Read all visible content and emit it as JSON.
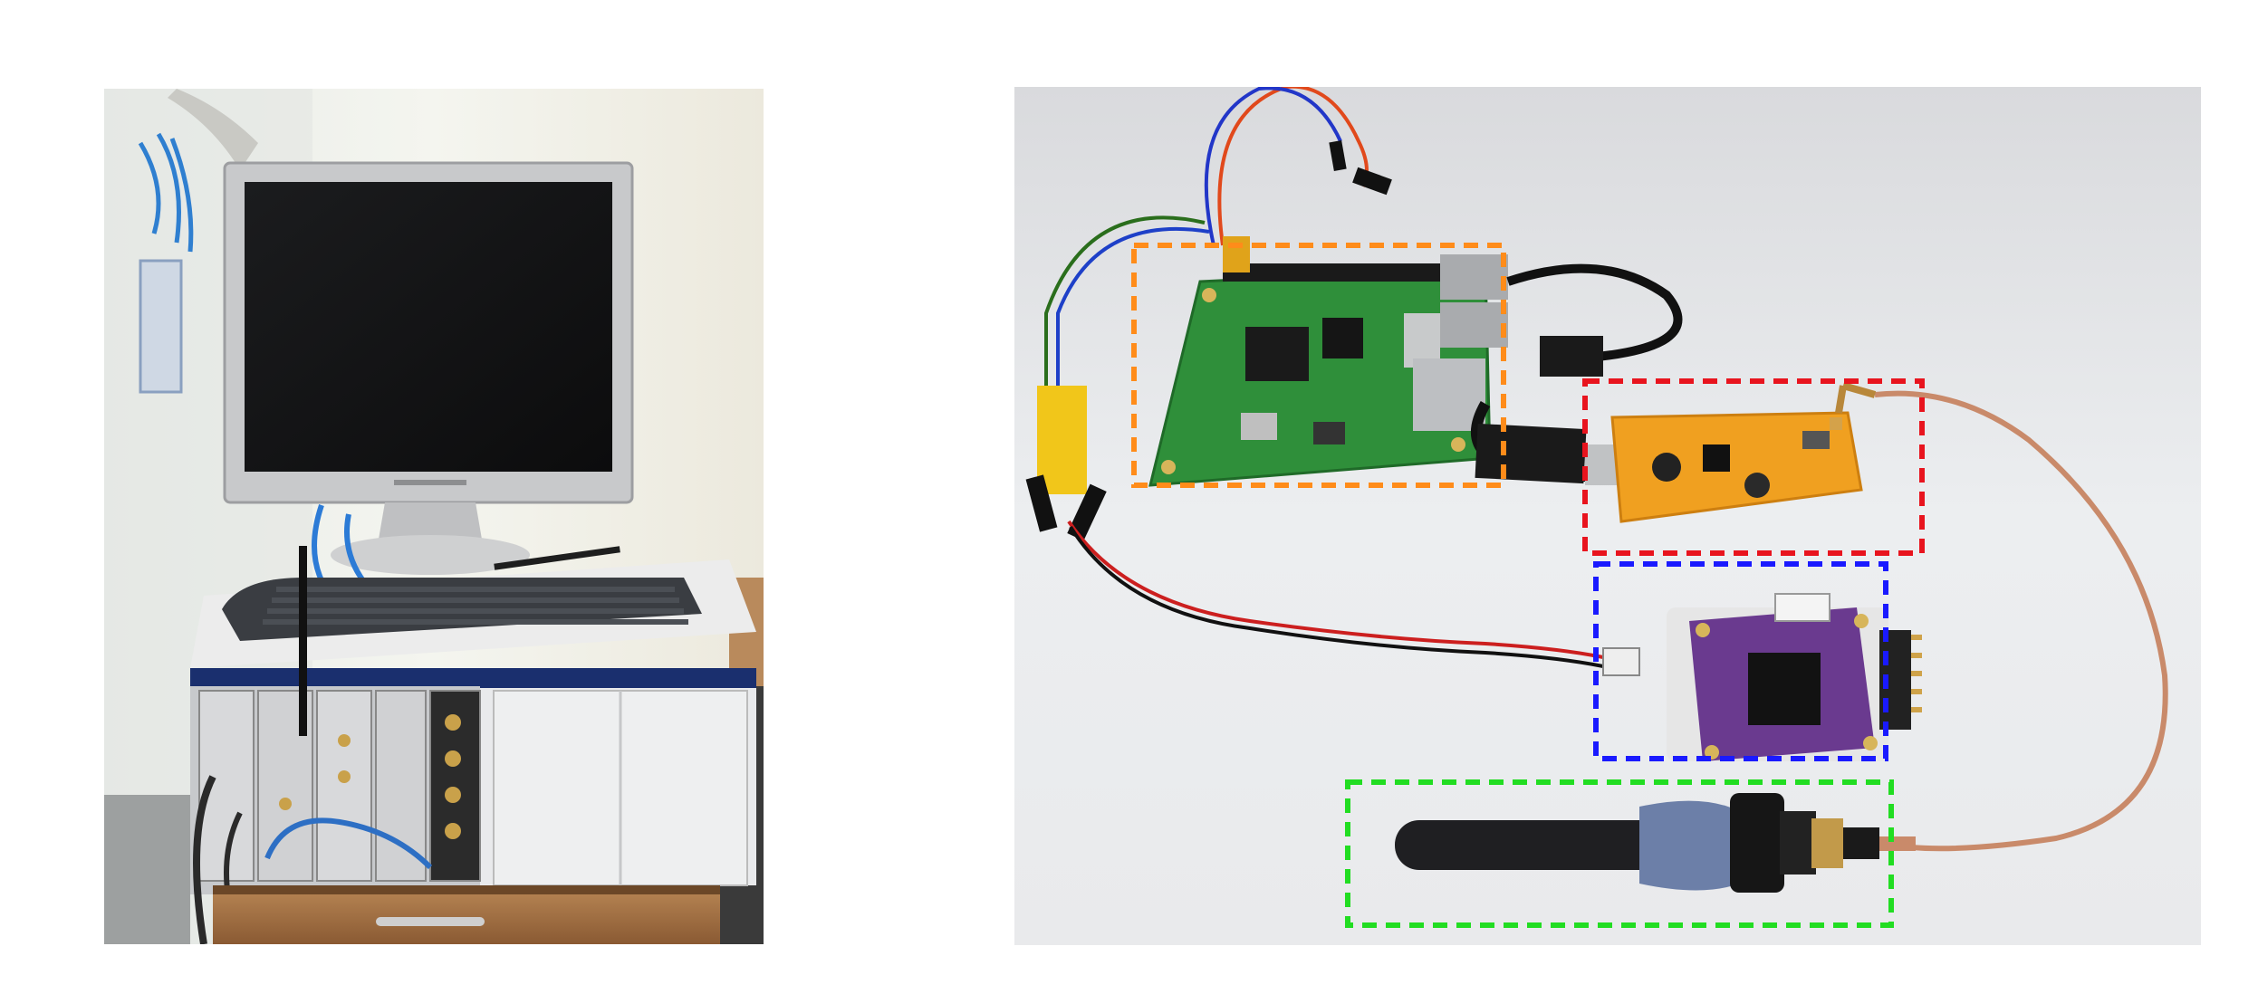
{
  "figure": {
    "left_photo": {
      "subject": "lab-test-bench",
      "objects": [
        "monitor",
        "keyboard",
        "rack-chassis",
        "antenna",
        "cabinet"
      ]
    },
    "right_photo": {
      "subject": "embedded-hardware-setup",
      "highlight_boxes": [
        {
          "name": "single-board-computer",
          "color": "#ff8c1a"
        },
        {
          "name": "sdr-dongle",
          "color": "#e8141e"
        },
        {
          "name": "flight-controller-board",
          "color": "#1a1aff"
        },
        {
          "name": "antenna",
          "color": "#22dd22"
        }
      ]
    }
  }
}
